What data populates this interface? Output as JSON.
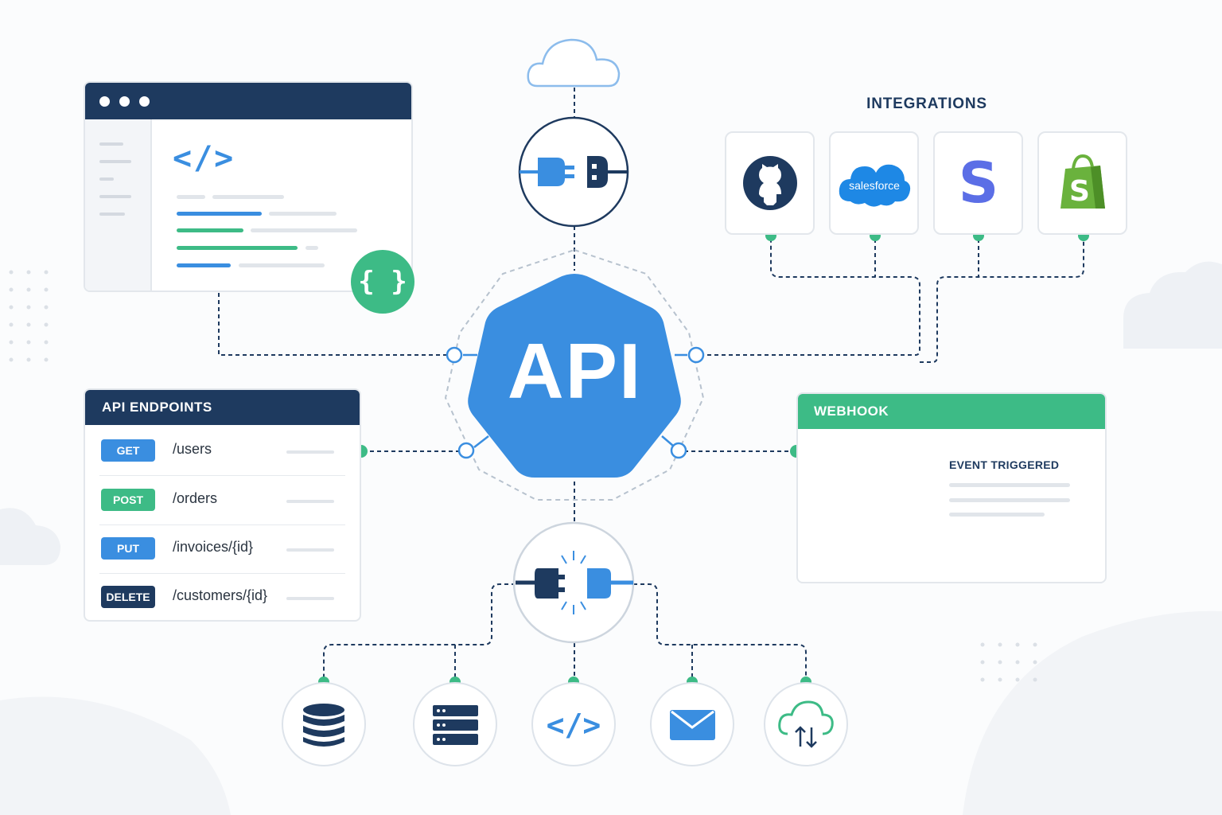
{
  "hub": {
    "label": "API"
  },
  "code_window": {
    "code_glyph": "</>",
    "json_badge": "{ }"
  },
  "endpoints": {
    "title": "API ENDPOINTS",
    "rows": [
      {
        "method": "GET",
        "path": "/users",
        "color": "#3a8ee0"
      },
      {
        "method": "POST",
        "path": "/orders",
        "color": "#3dbb86"
      },
      {
        "method": "PUT",
        "path": "/invoices/{id}",
        "color": "#3a8ee0"
      },
      {
        "method": "DELETE",
        "path": "/customers/{id}",
        "color": "#1e3a5f"
      }
    ]
  },
  "integrations": {
    "title": "INTEGRATIONS",
    "items": [
      {
        "name": "github-logo"
      },
      {
        "name": "salesforce-logo",
        "label": "salesforce"
      },
      {
        "name": "stripe-logo",
        "label": "S"
      },
      {
        "name": "shopify-logo",
        "label": "S"
      }
    ]
  },
  "webhook": {
    "title": "WEBHOOK",
    "event": "EVENT TRIGGERED"
  },
  "services": [
    {
      "icon": "database-icon"
    },
    {
      "icon": "server-icon"
    },
    {
      "icon": "code-icon",
      "label": "</>"
    },
    {
      "icon": "mail-icon"
    },
    {
      "icon": "cloud-sync-icon"
    }
  ],
  "colors": {
    "navy": "#1e3a5f",
    "blue": "#3a8ee0",
    "green": "#3dbb86",
    "line": "#e3e7ec"
  }
}
